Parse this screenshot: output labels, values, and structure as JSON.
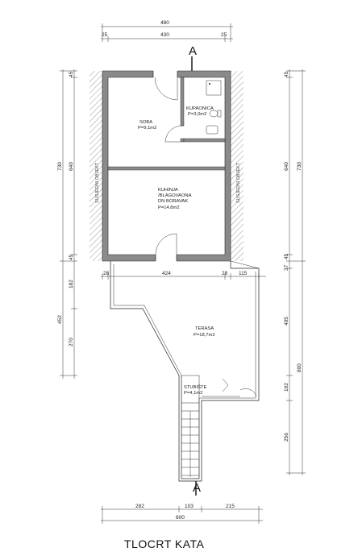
{
  "title": "TLOCRT KATA",
  "section_marks": {
    "top": "A",
    "bottom": "A"
  },
  "rooms": [
    {
      "name": "SOBA",
      "area": "P=9,1m2"
    },
    {
      "name": "KUPAONICA",
      "area": "P=3,0m2"
    },
    {
      "name_lines": [
        "KUHINJA",
        "/BLAGOVAONA",
        "DN BORAVAK"
      ],
      "area": "P=14,8m2"
    },
    {
      "name": "TERASA",
      "area": "P=18,7m2"
    },
    {
      "name": "STUBIŠTE",
      "area": "P=4,1m2"
    }
  ],
  "neighbour_labels": {
    "left": "SUSJEDNI OBJEKT",
    "right": "SUSJEDNI OBJEKT"
  },
  "dimensions": {
    "top_total": "480",
    "top_parts": [
      "25",
      "430",
      "25"
    ],
    "left": [
      "45",
      "640",
      "45",
      "182",
      "270"
    ],
    "left_totals": [
      "730",
      "452"
    ],
    "right": [
      "45",
      "640",
      "37",
      "45",
      "405",
      "192",
      "256"
    ],
    "right_totals": [
      "730",
      "800"
    ],
    "upper_row": [
      "28",
      "424",
      "28",
      "115"
    ],
    "bottom_parts": [
      "282",
      "103",
      "215"
    ],
    "bottom_total": "600"
  },
  "colors": {
    "wall_fill": "#8a8a8a",
    "line": "#222222"
  }
}
